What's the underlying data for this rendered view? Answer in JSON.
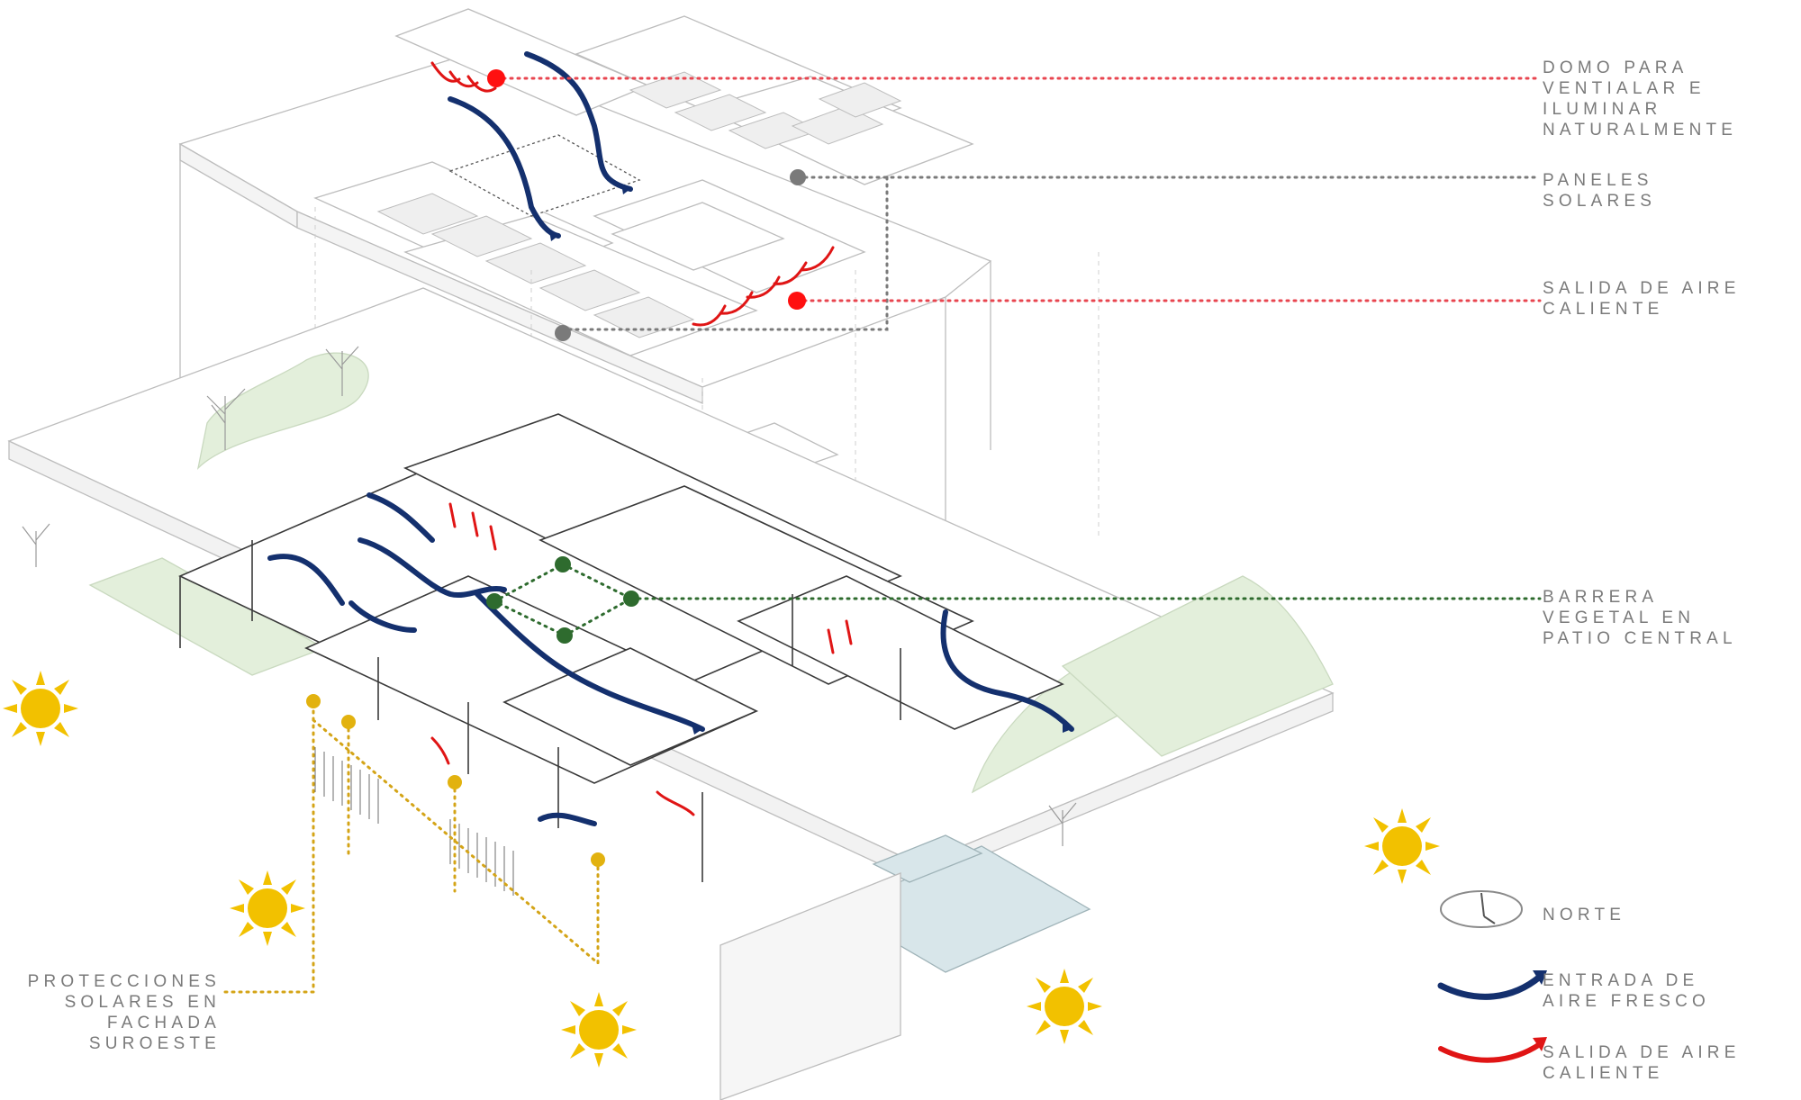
{
  "annotations": {
    "domo": {
      "lines": [
        "DOMO PARA",
        "VENTIALAR E",
        "ILUMINAR",
        "NATURALMENTE"
      ],
      "color": "#e8454f"
    },
    "paneles": {
      "lines": [
        "PANELES",
        "SOLARES"
      ],
      "color": "#7a7a7a"
    },
    "salida_aire_top": {
      "lines": [
        "SALIDA DE AIRE",
        "CALIENTE"
      ],
      "color": "#e8454f"
    },
    "barrera": {
      "lines": [
        "BARRERA",
        "VEGETAL EN",
        "PATIO CENTRAL"
      ],
      "color": "#2e6b2e"
    },
    "protecciones": {
      "lines": [
        "PROTECCIONES",
        "SOLARES EN",
        "FACHADA",
        "SUROESTE"
      ],
      "color": "#d4a417"
    }
  },
  "legend": {
    "norte": "NORTE",
    "entrada": {
      "lines": [
        "ENTRADA DE",
        "AIRE FRESCO"
      ],
      "color": "#14306e"
    },
    "salida": {
      "lines": [
        "SALIDA DE AIRE",
        "CALIENTE"
      ],
      "color": "#e01515"
    }
  },
  "icons": [
    "sun-icon",
    "north-compass-icon",
    "fresh-air-arrow-icon",
    "hot-air-arrow-icon"
  ],
  "colors": {
    "line": "#b9b9b9",
    "garden": "#e3efdb",
    "pool": "#d8e6ea",
    "sun": "#f2c100",
    "fresh_air": "#14306e",
    "hot_air": "#e01515"
  }
}
